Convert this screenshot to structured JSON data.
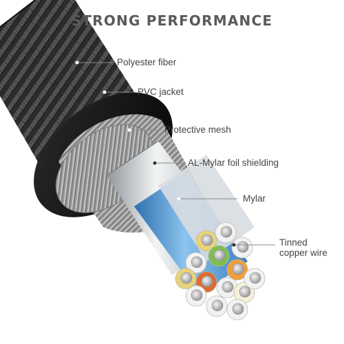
{
  "title": "STRONG PERFORMANCE",
  "callouts": [
    {
      "id": "polyester-fiber",
      "label": "Polyester fiber"
    },
    {
      "id": "pvc-jacket",
      "label": "PVC jacket"
    },
    {
      "id": "protective-mesh",
      "label": "Protective mesh"
    },
    {
      "id": "al-mylar-foil",
      "label": "AL-Mylar foil shielding"
    },
    {
      "id": "mylar",
      "label": "Mylar"
    },
    {
      "id": "tinned-copper-wire",
      "label": "Tinned\ncopper wire"
    }
  ],
  "colors": {
    "braid": "#3a3a3a",
    "jacket": "#141414",
    "foil": "#cfd3d6",
    "mylar": "#5a9bd4",
    "wire_cores": [
      "#e8d37a",
      "#f2f2f2",
      "#7fbf4d",
      "#f0a03a",
      "#e06a2c",
      "#f6f0d8"
    ]
  }
}
